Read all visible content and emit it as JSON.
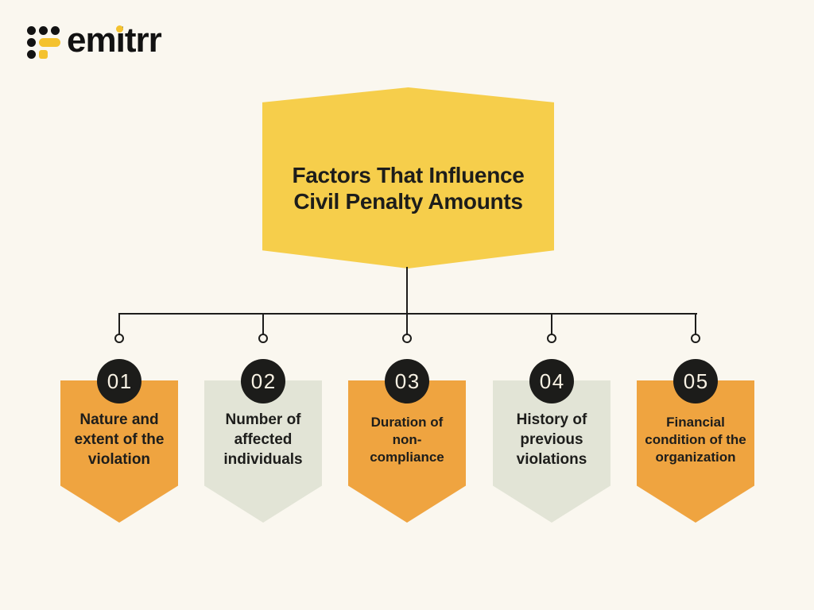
{
  "colors": {
    "background": "#FAF7EF",
    "banner_yellow": "#F6CE4B",
    "pennant_orange": "#EFA440",
    "pennant_sage": "#E2E4D6",
    "ink": "#1D1D1B",
    "number_circle_bg": "#1C1C1A",
    "number_text": "#F7F1E3",
    "logo_yellow": "#F4C22E"
  },
  "logo": {
    "brand": "emitrr"
  },
  "title": {
    "line1": "Factors That Influence",
    "line2": "Civil Penalty Amounts",
    "banner_color": "#F6CE4B"
  },
  "factors": [
    {
      "number": "01",
      "label": "Nature and\nextent of the\nviolation",
      "color": "#EFA440"
    },
    {
      "number": "02",
      "label": "Number of\naffected\nindividuals",
      "color": "#E2E4D6"
    },
    {
      "number": "03",
      "label": "Duration of\nnon-\ncompliance",
      "color": "#EFA440"
    },
    {
      "number": "04",
      "label": "History of\nprevious\nviolations",
      "color": "#E2E4D6"
    },
    {
      "number": "05",
      "label": "Financial\ncondition of the\norganization",
      "color": "#EFA440"
    }
  ]
}
